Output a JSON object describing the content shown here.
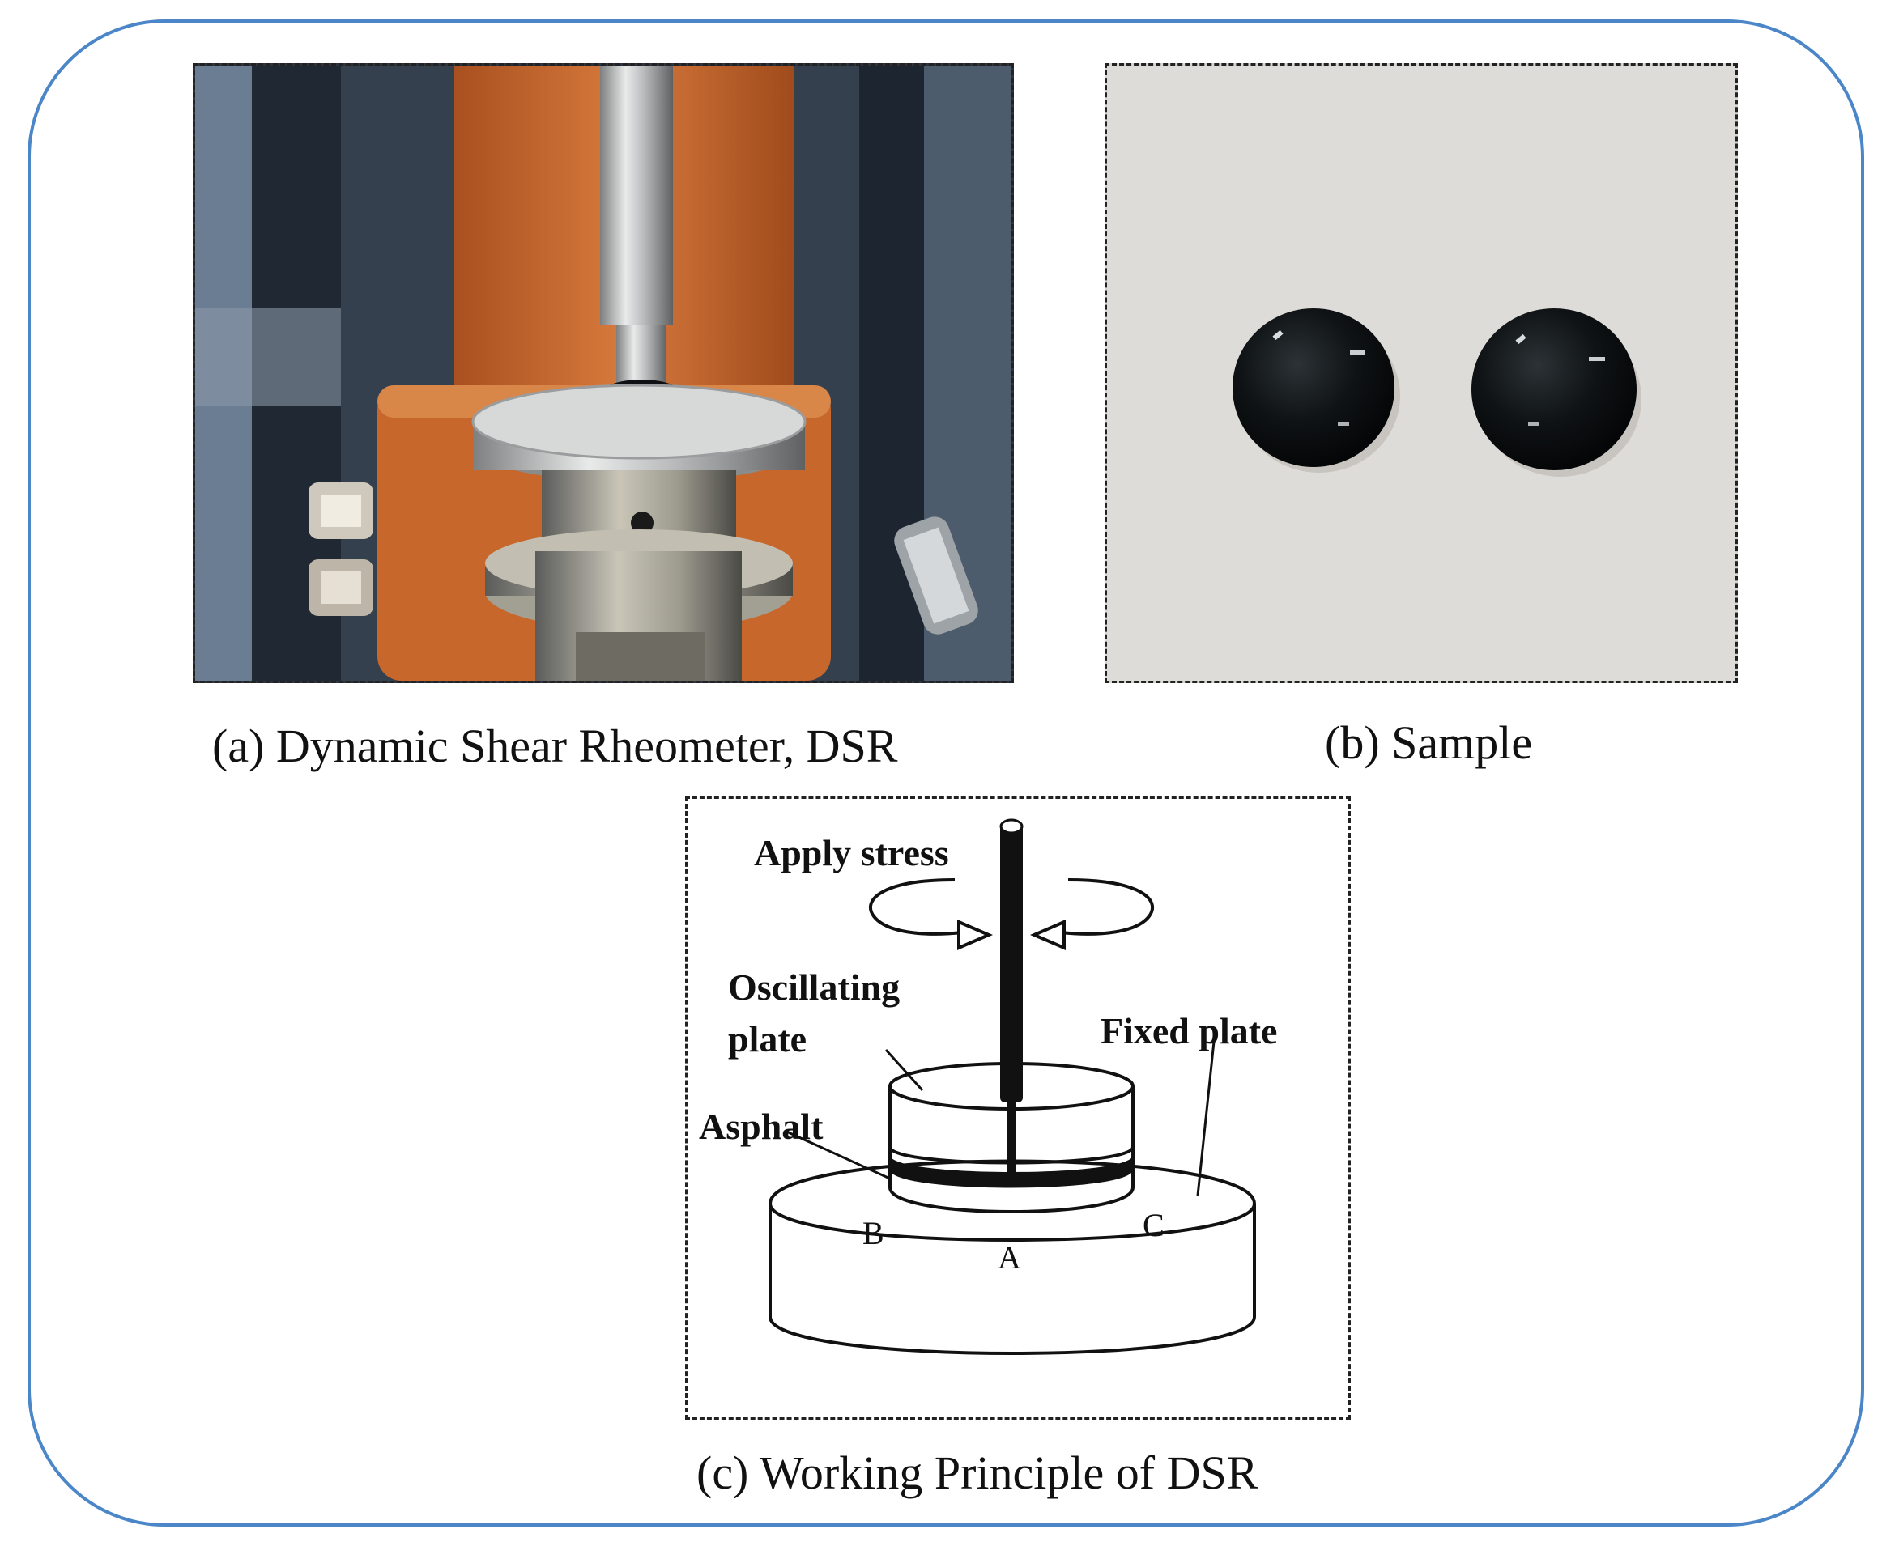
{
  "captions": {
    "a": "(a) Dynamic Shear Rheometer, DSR",
    "b": "(b) Sample",
    "c": "(c) Working Principle of DSR"
  },
  "diagram": {
    "apply_stress": "Apply stress",
    "oscillating_line1": "Oscillating",
    "oscillating_line2": "plate",
    "fixed_plate": "Fixed plate",
    "asphalt": "Asphalt",
    "point_a": "A",
    "point_b": "B",
    "point_c": "C"
  },
  "colors": {
    "frame_border": "#4a86c8",
    "instrument_orange": "#c8672c",
    "asphalt_black": "#101214"
  }
}
